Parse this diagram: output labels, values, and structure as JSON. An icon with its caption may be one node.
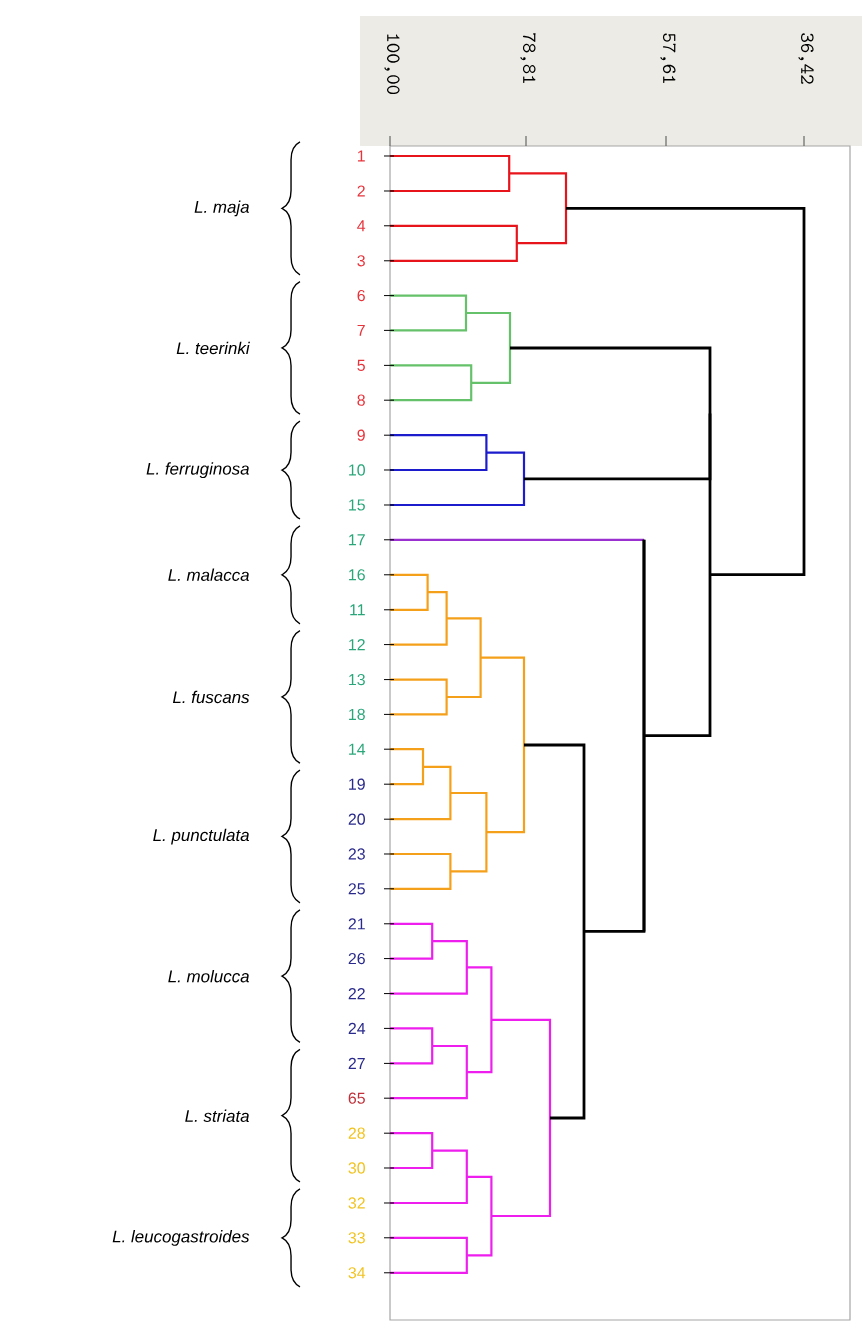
{
  "diagram": {
    "labels": [
      "100,00",
      "78,81",
      "57,61",
      "36,42",
      "L. maja",
      "1",
      "2",
      "4",
      "3",
      "L. teerinki",
      "6",
      "7",
      "5",
      "8",
      "L. ferruginosa",
      "9",
      "10",
      "15",
      "L. malacca",
      "17",
      "16",
      "11",
      "L. fuscans",
      "12",
      "13",
      "18",
      "14",
      "L. punctulata",
      "19",
      "20",
      "23",
      "25",
      "L. molucca",
      "21",
      "26",
      "22",
      "24",
      "L. striata",
      "27",
      "65",
      "28",
      "30",
      "L. leucogastroides",
      "32",
      "33",
      "34"
    ]
  }
}
